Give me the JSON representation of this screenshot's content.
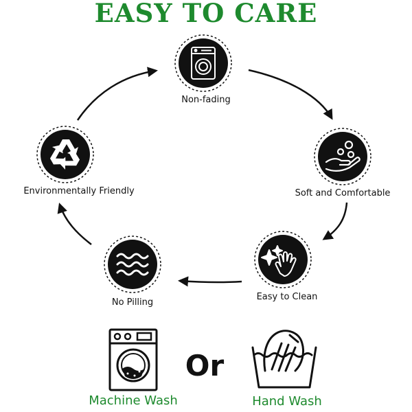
{
  "title": "EASY TO CARE",
  "colors": {
    "title": "#1e8a2e",
    "care_label": "#1e8a2e",
    "badge": "#111111"
  },
  "features": [
    {
      "label": "Non-fading",
      "icon": "washing-machine-icon"
    },
    {
      "label": "Soft and Comfortable",
      "icon": "hand-bubbles-icon"
    },
    {
      "label": "Easy to Clean",
      "icon": "sparkle-hand-icon"
    },
    {
      "label": "No Pilling",
      "icon": "waves-icon"
    },
    {
      "label": "Environmentally Friendly",
      "icon": "recycle-icon"
    }
  ],
  "care": {
    "machine_wash": "Machine Wash",
    "or": "Or",
    "hand_wash": "Hand Wash"
  }
}
